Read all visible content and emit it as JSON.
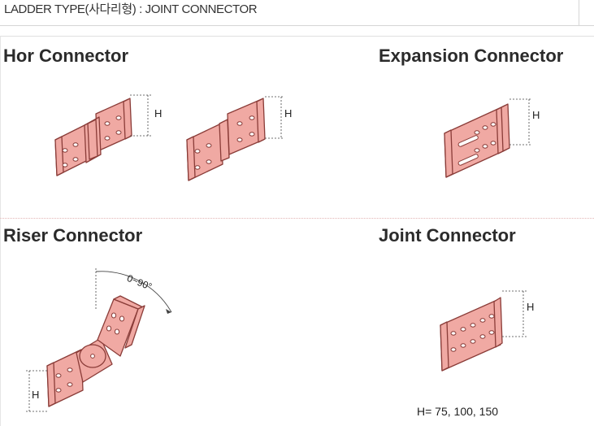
{
  "header": {
    "title": "LADDER TYPE(사다리형) : JOINT CONNECTOR"
  },
  "sections": {
    "hor": {
      "title": "Hor Connector",
      "dim_label": "H"
    },
    "expansion": {
      "title": "Expansion Connector",
      "dim_label": "H"
    },
    "riser": {
      "title": "Riser Connector",
      "dim_label": "H",
      "angle_label": "0~90°"
    },
    "joint": {
      "title": "Joint Connector",
      "dim_label": "H",
      "size_note": "H= 75, 100, 150"
    }
  },
  "colors": {
    "part_fill": "#f0a9a3",
    "part_edge": "#8a3c38",
    "hole_fill": "#ffffff"
  }
}
